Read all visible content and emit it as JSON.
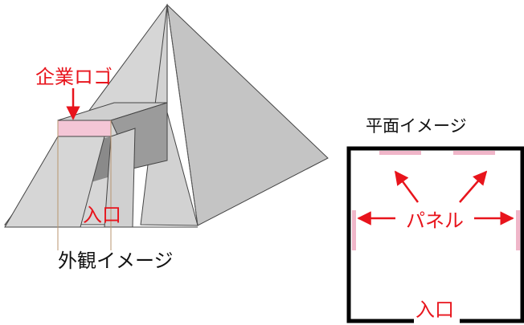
{
  "colors": {
    "label_red": "#e8141c",
    "logo_pink": "#f4c6d6",
    "panel_pink": "#f0b6c9",
    "pyramid_light": "#d4d4d4",
    "pyramid_mid": "#c2c2c2",
    "pyramid_dark": "#9b9b9b",
    "guide_line": "#b8956f",
    "wall": "#000000"
  },
  "exterior": {
    "logo_label": "企業ロゴ",
    "entrance_label": "入口",
    "caption": "外観イメージ"
  },
  "plan": {
    "title": "平面イメージ",
    "panel_label": "パネル",
    "entrance_label": "入口"
  }
}
